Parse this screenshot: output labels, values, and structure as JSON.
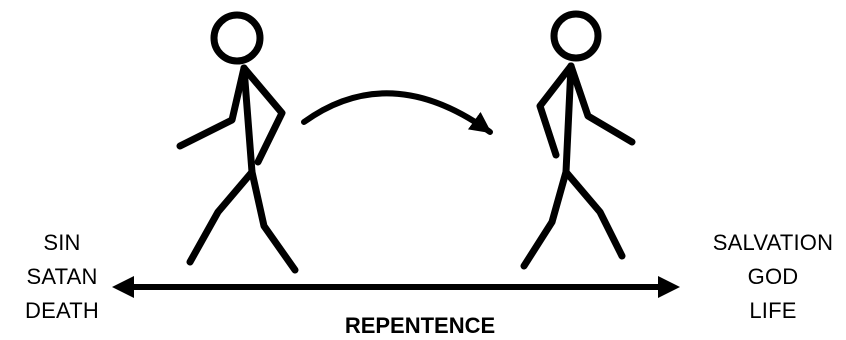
{
  "left_labels": [
    "SIN",
    "SATAN",
    "DEATH"
  ],
  "right_labels": [
    "SALVATION",
    "GOD",
    "LIFE"
  ],
  "caption": "REPENTENCE",
  "figures": [
    {
      "name": "figure-walking-left",
      "icon": "stick-figure-icon"
    },
    {
      "name": "figure-walking-right",
      "icon": "stick-figure-icon"
    }
  ],
  "icons": {
    "turn_arrow": "curved-arrow-icon",
    "axis_arrow": "double-headed-arrow-icon"
  },
  "colors": {
    "ink": "#000000",
    "background": "#ffffff"
  }
}
